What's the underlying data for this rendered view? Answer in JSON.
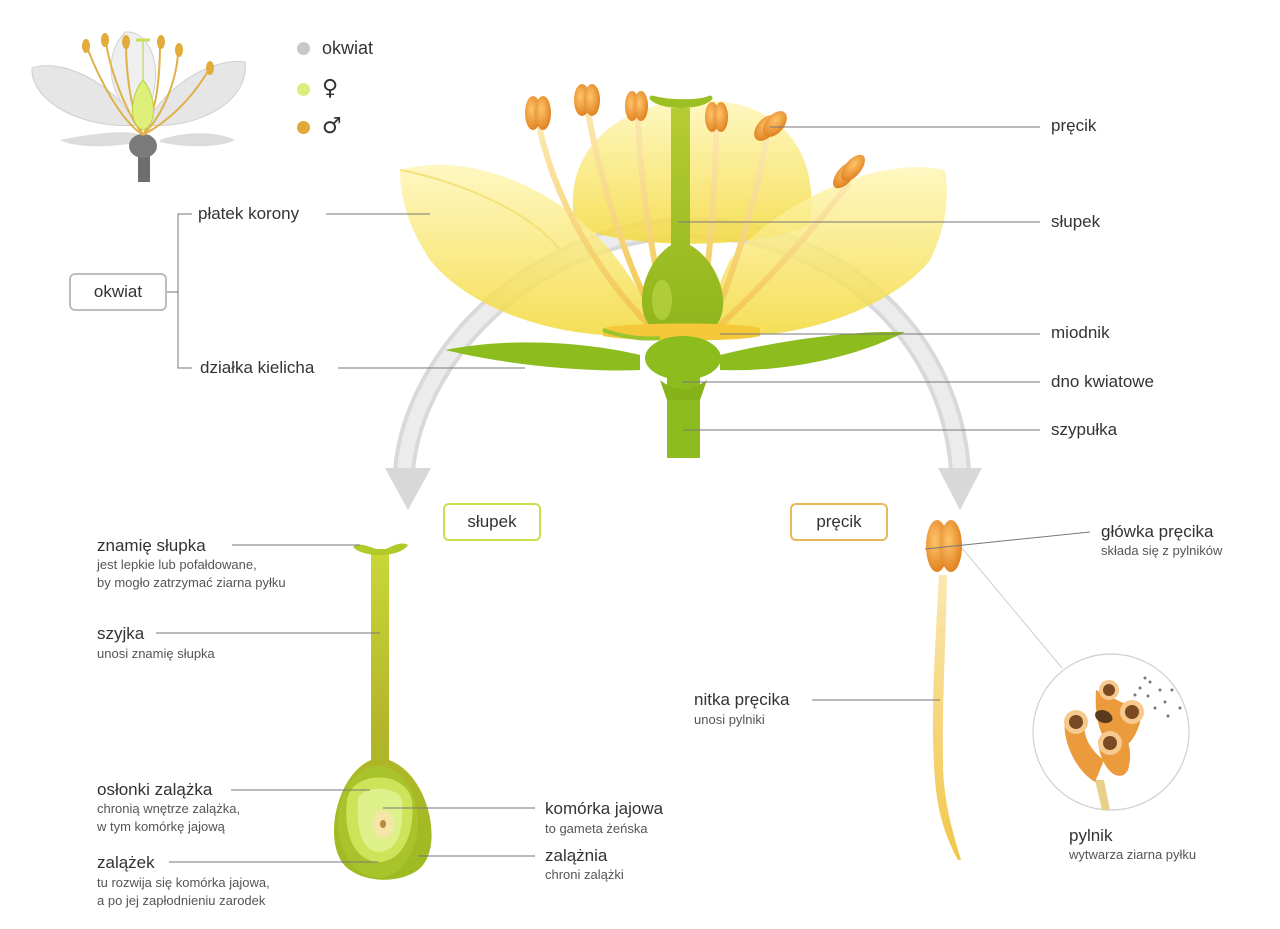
{
  "legend": {
    "items": [
      {
        "label": "okwiat",
        "color": "#c8c8c8",
        "type": "text"
      },
      {
        "label": "♀",
        "color": "#d9ef7c",
        "type": "symbol"
      },
      {
        "label": "♂",
        "color": "#e0a93a",
        "type": "symbol"
      }
    ]
  },
  "flower": {
    "group_label": "okwiat",
    "platek": "płatek korony",
    "dzialka": "działka kielicha",
    "precik": "pręcik",
    "slupek": "słupek",
    "miodnik": "miodnik",
    "dno": "dno kwiatowe",
    "szypulka": "szypułka"
  },
  "pistil": {
    "title": "słupek",
    "znamie": {
      "label": "znamię słupka",
      "desc1": "jest lepkie lub pofałdowane,",
      "desc2": "by mogło zatrzymać ziarna pyłku"
    },
    "szyjka": {
      "label": "szyjka",
      "desc1": "unosi znamię słupka"
    },
    "oslonki": {
      "label": "osłonki zalążka",
      "desc1": "chronią wnętrze zalążka,",
      "desc2": "w tym komórkę jajową"
    },
    "zalazek": {
      "label": "zalążek",
      "desc1": "tu rozwija się komórka jajowa,",
      "desc2": "a po jej zapłodnieniu zarodek"
    },
    "komorka": {
      "label": "komórka jajowa",
      "desc1": "to gameta żeńska"
    },
    "zalaznia": {
      "label": "zalążnia",
      "desc1": "chroni zalążki"
    }
  },
  "stamen": {
    "title": "pręcik",
    "glowka": {
      "label": "główka pręcika",
      "desc1": "składa się z pylników"
    },
    "nitka": {
      "label": "nitka pręcika",
      "desc1": "unosi pylniki"
    },
    "pylnik": {
      "label": "pylnik",
      "desc1": "wytwarza ziarna pyłku"
    }
  },
  "colors": {
    "petal": "#f6e25a",
    "sepal": "#8cbc1e",
    "pistil": "#a9c93a",
    "stamen": "#e59a2c",
    "pistil_box": "#c9df4f",
    "stamen_box": "#e6b85a",
    "okwiat_box": "#bdbdbd"
  }
}
